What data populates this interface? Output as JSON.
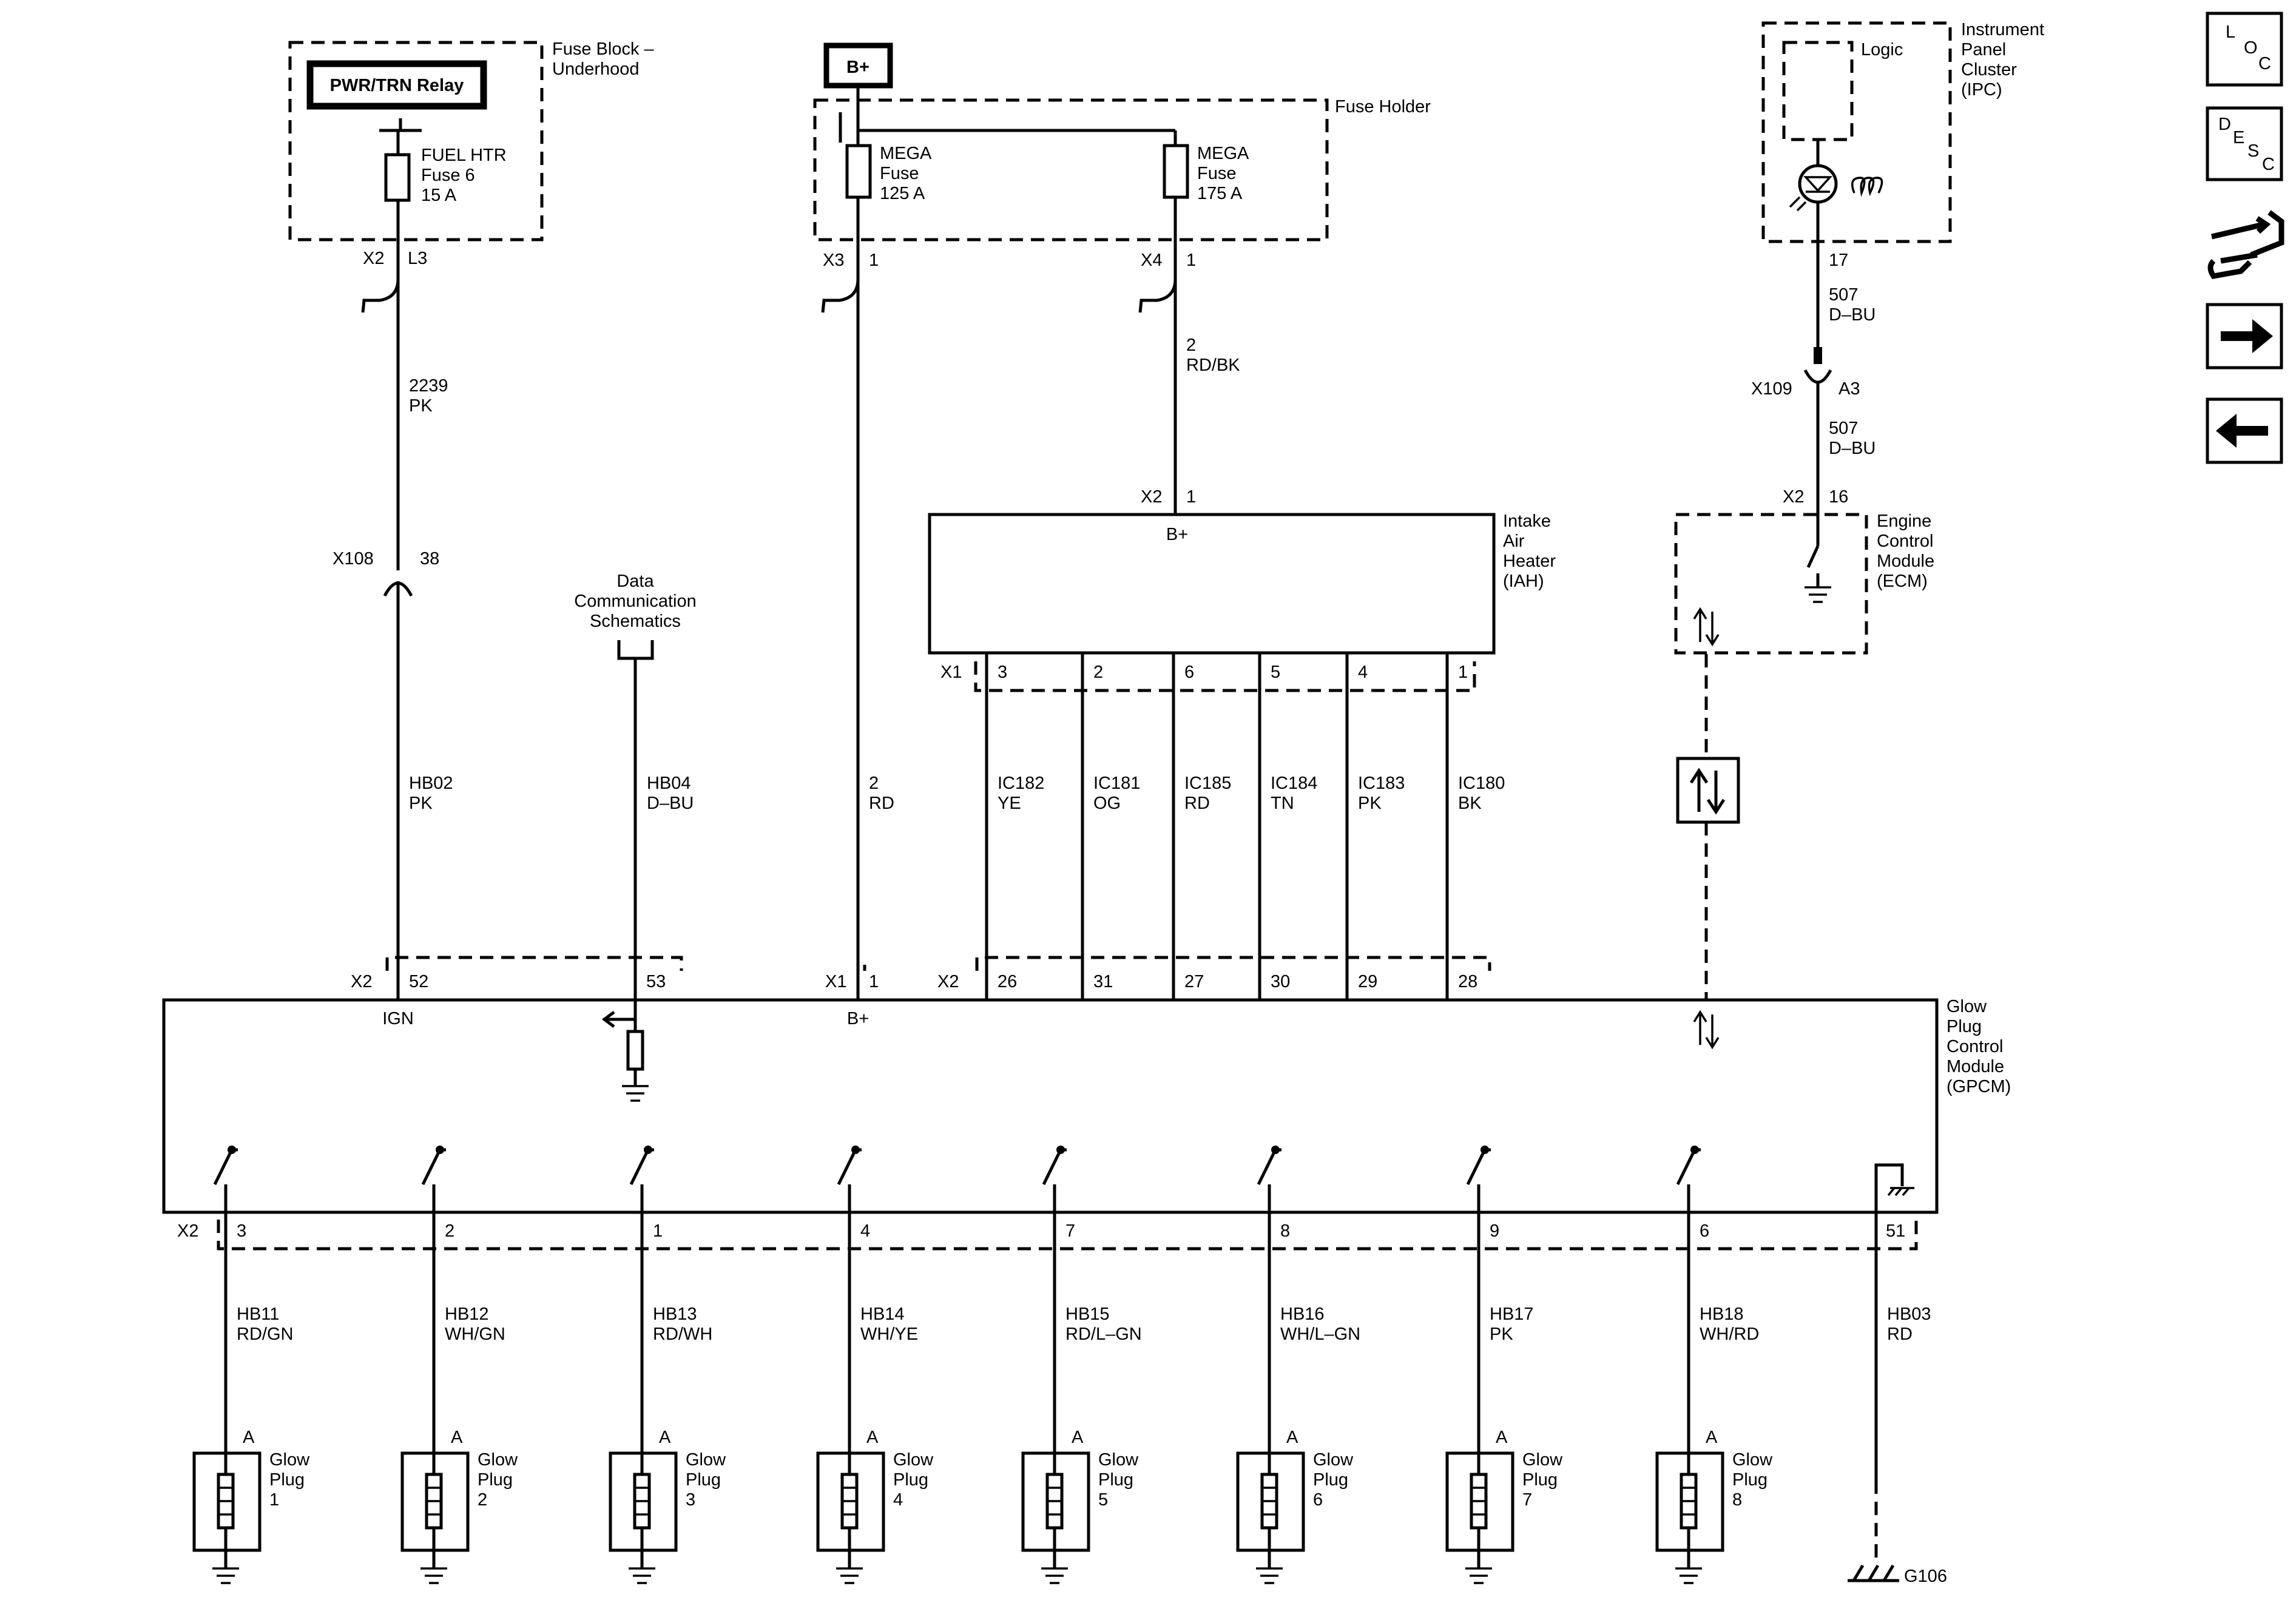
{
  "relay": {
    "label": "PWR/TRN Relay"
  },
  "fuse_block": {
    "title": [
      "Fuse Block –",
      "Underhood"
    ],
    "fuse_label": [
      "FUEL HTR",
      "Fuse 6",
      "15 A"
    ]
  },
  "fuse_holder": {
    "title": "Fuse Holder",
    "bplus": "B+",
    "fuse1": [
      "MEGA",
      "Fuse",
      "125 A"
    ],
    "fuse2": [
      "MEGA",
      "Fuse",
      "175 A"
    ]
  },
  "connectors": {
    "x2_l3": [
      "X2",
      "L3"
    ],
    "x3_1": [
      "X3",
      "1"
    ],
    "x4_1": [
      "X4",
      "1"
    ],
    "x108": [
      "X108",
      "38"
    ],
    "x2_1_iah": [
      "X2",
      "1"
    ],
    "x1_iah": "X1",
    "x109": [
      "X109",
      "A3"
    ],
    "x2_16": [
      "X2",
      "16"
    ],
    "ipc_pin": "17",
    "gpcm_x2": "X2",
    "gpcm_x1": "X1",
    "gpcm_x2b": "X2",
    "gpcm_bottom_x2": "X2"
  },
  "wires": {
    "w2239": [
      "2239",
      "PK"
    ],
    "w2_rdbk": [
      "2",
      "RD/BK"
    ],
    "hb02": [
      "HB02",
      "PK"
    ],
    "hb04": [
      "HB04",
      "D–BU"
    ],
    "w2_rd": [
      "2",
      "RD"
    ],
    "w507a": [
      "507",
      "D–BU"
    ],
    "w507b": [
      "507",
      "D–BU"
    ],
    "hb03": [
      "HB03",
      "RD"
    ]
  },
  "data_comm": [
    "Data",
    "Communication",
    "Schematics"
  ],
  "iah": {
    "title": [
      "Intake",
      "Air",
      "Heater",
      "(IAH)"
    ],
    "bplus": "B+",
    "pins": [
      "3",
      "2",
      "6",
      "5",
      "4",
      "1"
    ]
  },
  "ic_wires": [
    {
      "id": "IC182",
      "color": "YE",
      "gpcm_pin": "26"
    },
    {
      "id": "IC181",
      "color": "OG",
      "gpcm_pin": "31"
    },
    {
      "id": "IC185",
      "color": "RD",
      "gpcm_pin": "27"
    },
    {
      "id": "IC184",
      "color": "TN",
      "gpcm_pin": "30"
    },
    {
      "id": "IC183",
      "color": "PK",
      "gpcm_pin": "29"
    },
    {
      "id": "IC180",
      "color": "BK",
      "gpcm_pin": "28"
    }
  ],
  "ipc": {
    "title": [
      "Instrument",
      "Panel",
      "Cluster",
      "(IPC)"
    ],
    "logic": "Logic"
  },
  "ecm": {
    "title": [
      "Engine",
      "Control",
      "Module",
      "(ECM)"
    ]
  },
  "gpcm": {
    "title": [
      "Glow",
      "Plug",
      "Control",
      "Module",
      "(GPCM)"
    ],
    "ign": "IGN",
    "bplus": "B+",
    "pins_top": [
      "52",
      "53",
      "1"
    ],
    "ground_pin": "51"
  },
  "glow_plugs": [
    {
      "pin": "3",
      "circuit": "HB11",
      "color": "RD/GN",
      "name": [
        "Glow",
        "Plug",
        "1"
      ],
      "terminal": "A"
    },
    {
      "pin": "2",
      "circuit": "HB12",
      "color": "WH/GN",
      "name": [
        "Glow",
        "Plug",
        "2"
      ],
      "terminal": "A"
    },
    {
      "pin": "1",
      "circuit": "HB13",
      "color": "RD/WH",
      "name": [
        "Glow",
        "Plug",
        "3"
      ],
      "terminal": "A"
    },
    {
      "pin": "4",
      "circuit": "HB14",
      "color": "WH/YE",
      "name": [
        "Glow",
        "Plug",
        "4"
      ],
      "terminal": "A"
    },
    {
      "pin": "7",
      "circuit": "HB15",
      "color": "RD/L–GN",
      "name": [
        "Glow",
        "Plug",
        "5"
      ],
      "terminal": "A"
    },
    {
      "pin": "8",
      "circuit": "HB16",
      "color": "WH/L–GN",
      "name": [
        "Glow",
        "Plug",
        "6"
      ],
      "terminal": "A"
    },
    {
      "pin": "9",
      "circuit": "HB17",
      "color": "PK",
      "name": [
        "Glow",
        "Plug",
        "7"
      ],
      "terminal": "A"
    },
    {
      "pin": "6",
      "circuit": "HB18",
      "color": "WH/RD",
      "name": [
        "Glow",
        "Plug",
        "8"
      ],
      "terminal": "A"
    }
  ],
  "ground": "G106",
  "nav": {
    "loc": [
      "L",
      "O",
      "C"
    ],
    "desc": [
      "D",
      "E",
      "S",
      "C"
    ],
    "icons": [
      "connector-icon",
      "forward-arrow-icon",
      "back-arrow-icon"
    ]
  }
}
